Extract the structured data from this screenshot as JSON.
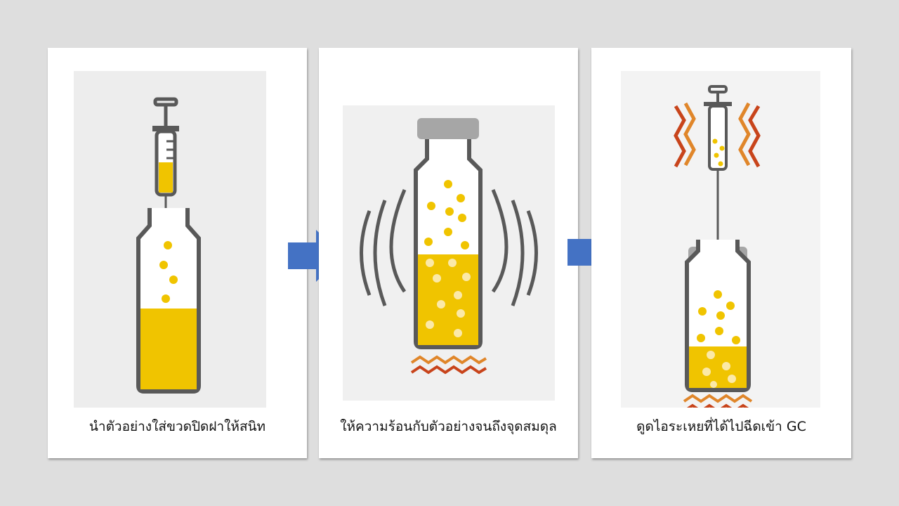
{
  "steps": [
    {
      "caption": "นำตัวอย่างใส่ขวดปิดฝาให้สนิท",
      "icon": "syringe-filling-vial-icon"
    },
    {
      "caption": "ให้ความร้อนกับตัวอย่างจนถึงจุดสมดุล",
      "icon": "heated-shaking-vial-icon"
    },
    {
      "caption": "ดูดไอระเหยที่ได้ไปฉีดเข้า GC",
      "icon": "syringe-sampling-headspace-icon"
    }
  ],
  "colors": {
    "liquid": "#f0c400",
    "outline": "#595959",
    "cap": "#a6a6a6",
    "heat": "#c8441b",
    "arrow": "#4472c4"
  }
}
